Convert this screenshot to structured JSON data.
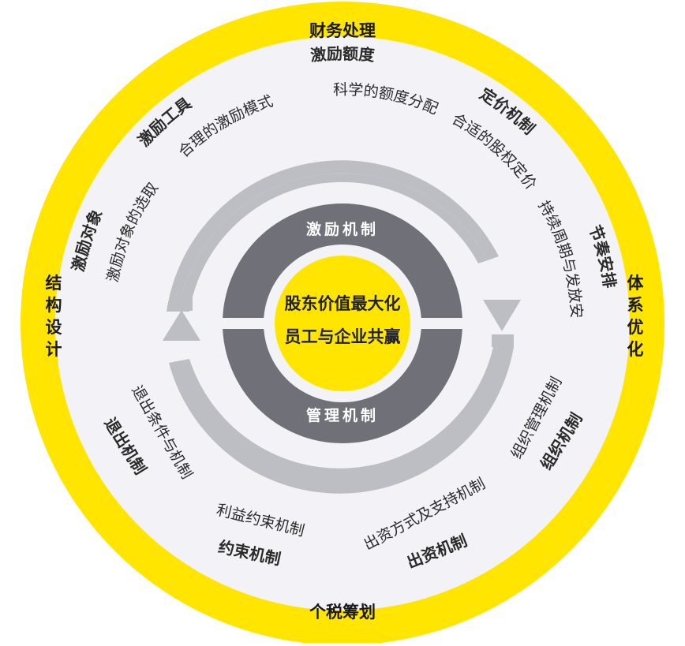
{
  "colors": {
    "outer_ring": "#FFE500",
    "interior": "#F3F3F7",
    "arrow_ring": "#BDBEC4",
    "mechanism_ring": "#6F7078",
    "core": "#FFE500",
    "text_dark": "#222222",
    "text_light": "#FFFFFF"
  },
  "outer_ring": {
    "top": "财务处理",
    "right": "体系优化",
    "bottom": "个税筹划",
    "left": "结构设计"
  },
  "themes": [
    {
      "title": "激励额度",
      "detail": "科学的额度分配"
    },
    {
      "title": "定价机制",
      "detail": "合适的股权定价"
    },
    {
      "title": "节奏安排",
      "detail": "持续周期与发放安排"
    },
    {
      "title": "组织机制",
      "detail": "组织管理机制"
    },
    {
      "title": "出资机制",
      "detail": "出资方式及支持机制"
    },
    {
      "title": "约束机制",
      "detail": "利益约束机制"
    },
    {
      "title": "退出机制",
      "detail": "退出条件与机制"
    },
    {
      "title": "激励对象",
      "detail": "激励对象的选取"
    },
    {
      "title": "激励工具",
      "detail": "合理的激励模式"
    }
  ],
  "mechanism_ring": {
    "top": "激励机制",
    "bottom": "管理机制"
  },
  "core": {
    "line1": "股东价值最大化",
    "line2": "员工与企业共赢"
  }
}
